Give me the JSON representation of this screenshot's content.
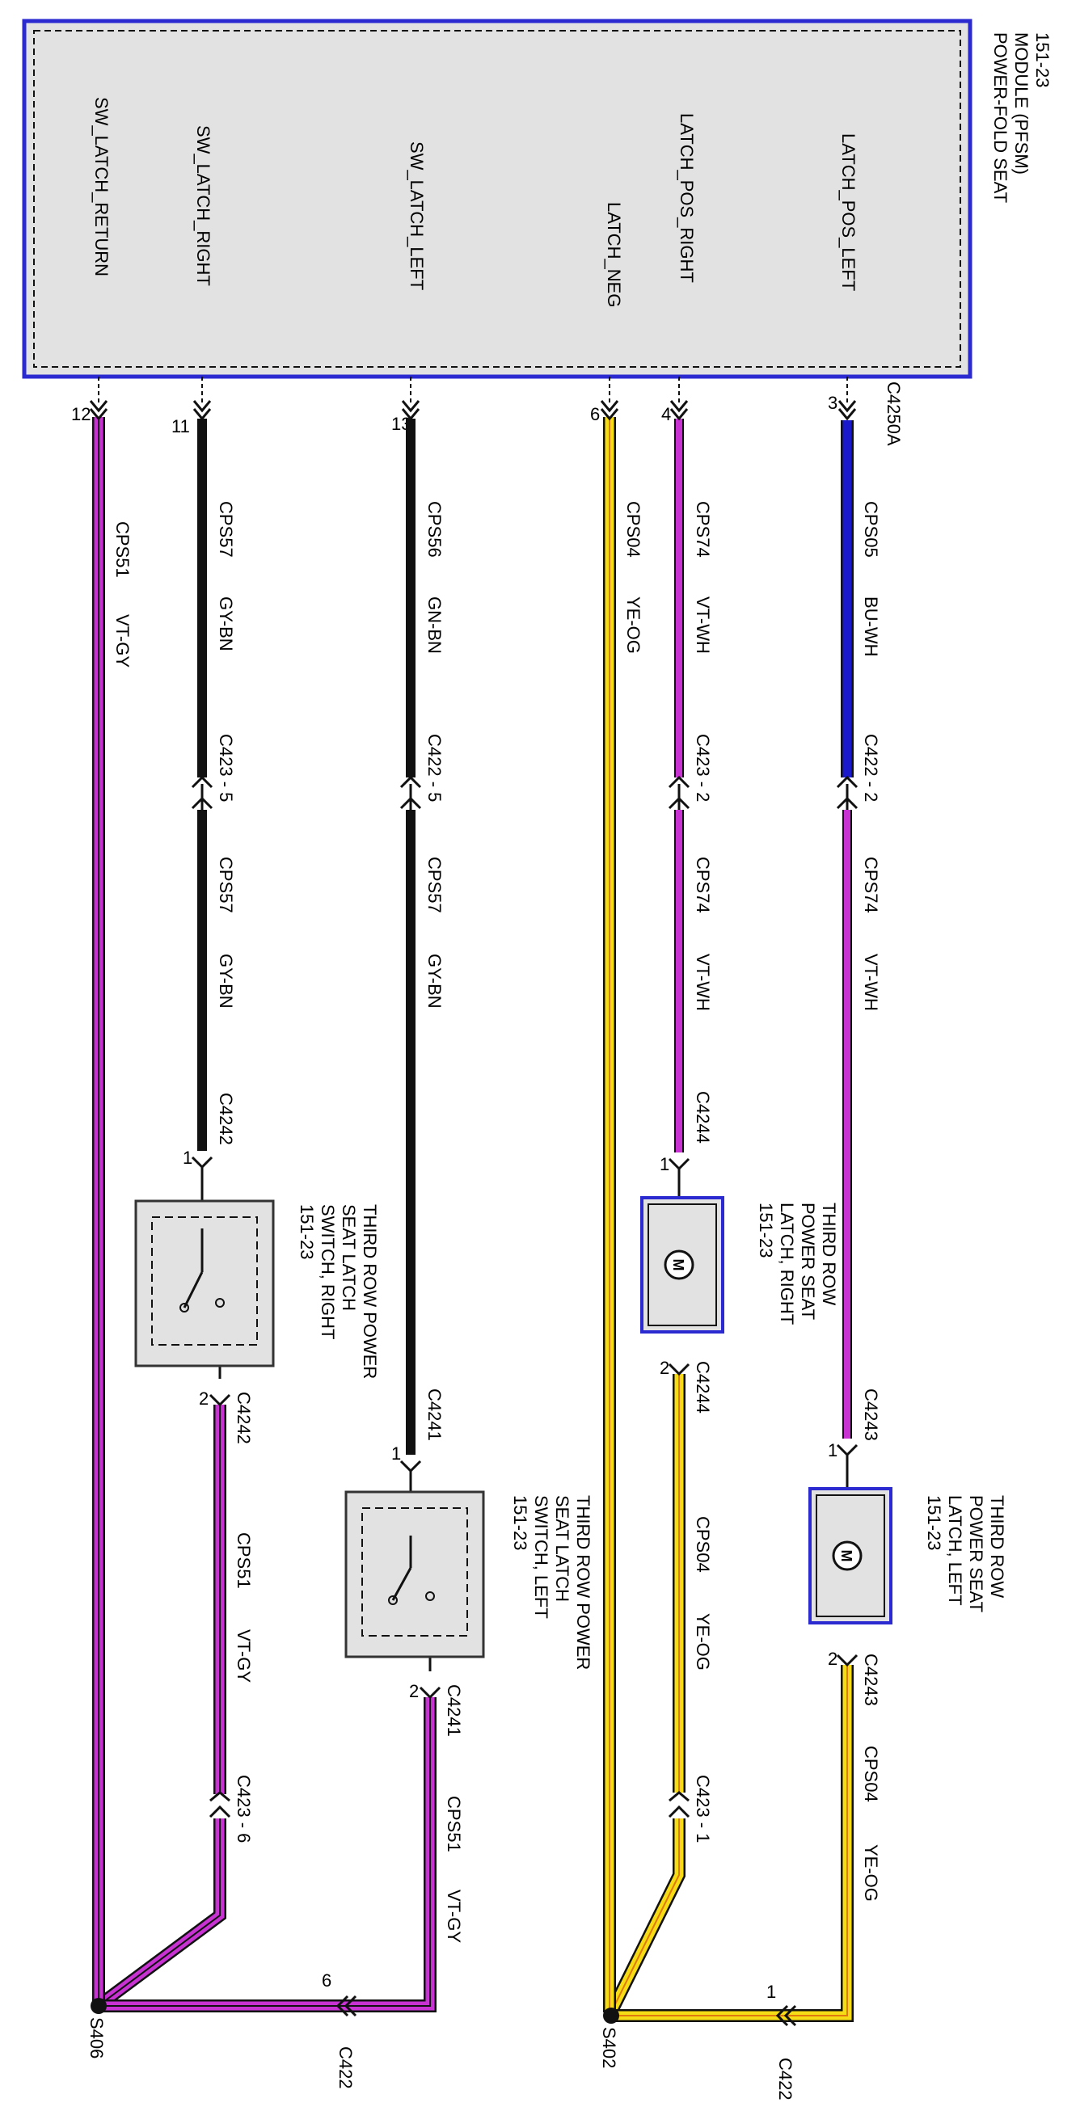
{
  "module": {
    "title": [
      "POWER-FOLD SEAT",
      "MODULE (PFSM)",
      "151-23"
    ],
    "pins": [
      "LATCH_POS_LEFT",
      "LATCH_POS_RIGHT",
      "LATCH_NEG",
      "SW_LATCH_LEFT",
      "SW_LATCH_RIGHT",
      "SW_LATCH_RETURN"
    ],
    "connector": "C4250A",
    "pin_numbers": [
      "3",
      "4",
      "6",
      "13",
      "11",
      "12"
    ]
  },
  "colors": {
    "violet": "#c832d2",
    "blue": "#1a1acc",
    "yellow": "#f5dc14",
    "orange": "#e07a10",
    "black": "#111111",
    "panel": "#e2e2e2",
    "border": "#2a2ad0"
  },
  "upper_wires": [
    {
      "circuit": "CPS05",
      "color": "BU-WH"
    },
    {
      "circuit": "CPS74",
      "color": "VT-WH"
    },
    {
      "circuit": "CPS04",
      "color": "YE-OG"
    },
    {
      "circuit": "CPS56",
      "color": "GN-BN"
    },
    {
      "circuit": "CPS57",
      "color": "GY-BN"
    },
    {
      "circuit": "CPS51",
      "color": "VT-GY"
    }
  ],
  "inline_connectors": [
    "C422 - 2",
    "C423 - 2",
    "C422 - 5",
    "C423 - 5"
  ],
  "mid_wires": [
    {
      "circuit": "CPS74",
      "color": "VT-WH"
    },
    {
      "circuit": "CPS74",
      "color": "VT-WH"
    },
    {
      "circuit": "CPS57",
      "color": "GY-BN"
    },
    {
      "circuit": "CPS57",
      "color": "GY-BN"
    }
  ],
  "components": {
    "latch_left": {
      "label": [
        "THIRD ROW",
        "POWER SEAT",
        "LATCH, LEFT",
        "151-23"
      ],
      "connector": "C4243",
      "pin_in": "1",
      "pin_out": "2"
    },
    "latch_right": {
      "label": [
        "THIRD ROW",
        "POWER SEAT",
        "LATCH, RIGHT",
        "151-23"
      ],
      "connector": "C4244",
      "pin_in": "1",
      "pin_out": "2"
    },
    "switch_left": {
      "label": [
        "THIRD ROW POWER",
        "SEAT LATCH",
        "SWITCH, LEFT",
        "151-23"
      ],
      "connector": "C4241",
      "pin_in": "1",
      "pin_out": "2"
    },
    "switch_right": {
      "label": [
        "THIRD ROW POWER",
        "SEAT LATCH",
        "SWITCH, RIGHT",
        "151-23"
      ],
      "connector": "C4242",
      "pin_in": "1",
      "pin_out": "2"
    }
  },
  "lower_wires": {
    "latch_left": {
      "circuit": "CPS04",
      "color": "YE-OG"
    },
    "latch_right": {
      "circuit": "CPS04",
      "color": "YE-OG"
    },
    "switch_left": {
      "circuit": "CPS51",
      "color": "VT-GY"
    },
    "switch_right": {
      "circuit": "CPS51",
      "color": "VT-GY"
    }
  },
  "lower_inline": {
    "latch_right": "C423 - 1",
    "switch_right": "C423 - 6"
  },
  "splices": {
    "yellow": "S402",
    "violet": "S406"
  },
  "bottom_connectors": {
    "yellow": {
      "name": "C422",
      "pin": "1"
    },
    "violet": {
      "name": "C422",
      "pin": "6"
    }
  }
}
